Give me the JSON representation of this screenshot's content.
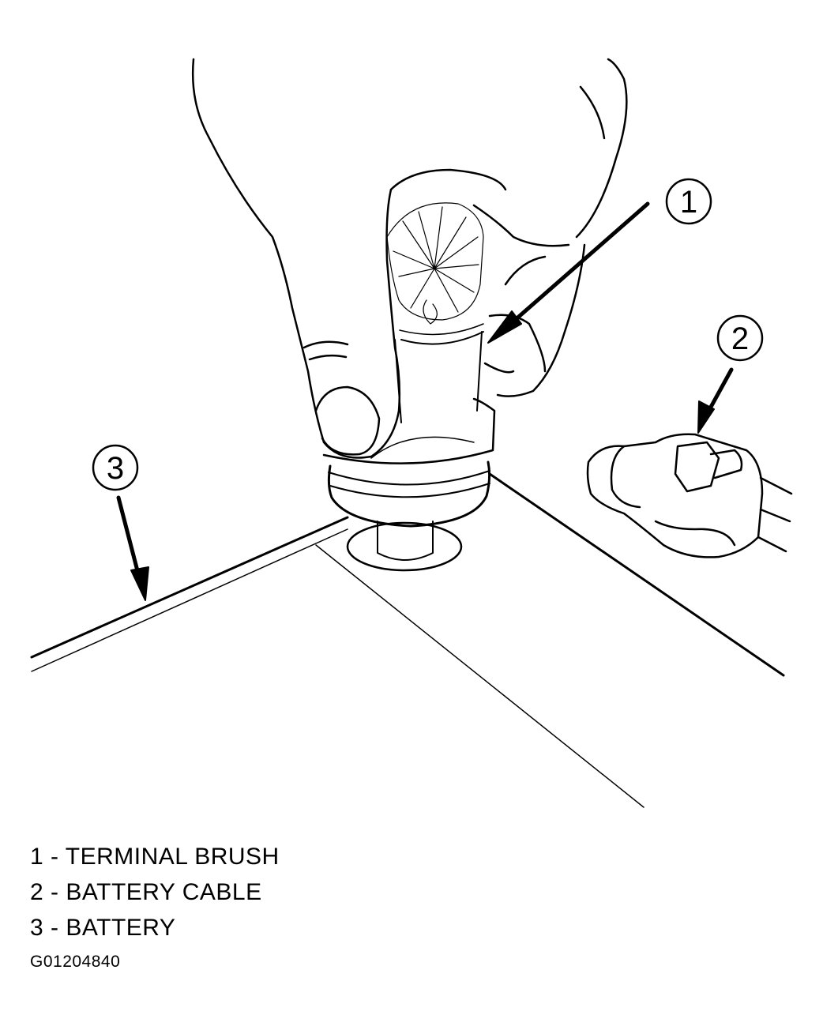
{
  "callouts": [
    {
      "number": "1",
      "label": "TERMINAL BRUSH"
    },
    {
      "number": "2",
      "label": "BATTERY CABLE"
    },
    {
      "number": "3",
      "label": "BATTERY"
    }
  ],
  "legend": [
    "1 - TERMINAL BRUSH",
    "2 - BATTERY CABLE",
    "3 - BATTERY"
  ],
  "figure_id": "G01204840",
  "colors": {
    "line": "#000000",
    "background": "#ffffff"
  }
}
